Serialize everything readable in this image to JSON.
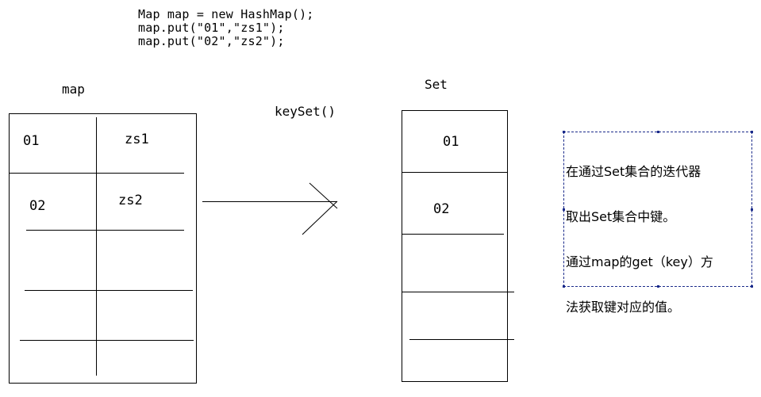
{
  "code": [
    "Map map = new HashMap();",
    "map.put(\"01\",\"zs1\");",
    "map.put(\"02\",\"zs2\");"
  ],
  "map_table": {
    "title": "map",
    "rows": [
      {
        "key": "01",
        "value": "zs1"
      },
      {
        "key": "02",
        "value": "zs2"
      }
    ]
  },
  "arrow": {
    "label": "keySet()"
  },
  "set_table": {
    "title": "Set",
    "items": [
      "01",
      "02"
    ]
  },
  "note": {
    "lines": [
      "在通过Set集合的迭代器",
      "取出Set集合中键。",
      "通过map的get（key）方",
      "法获取键对应的值。"
    ]
  }
}
